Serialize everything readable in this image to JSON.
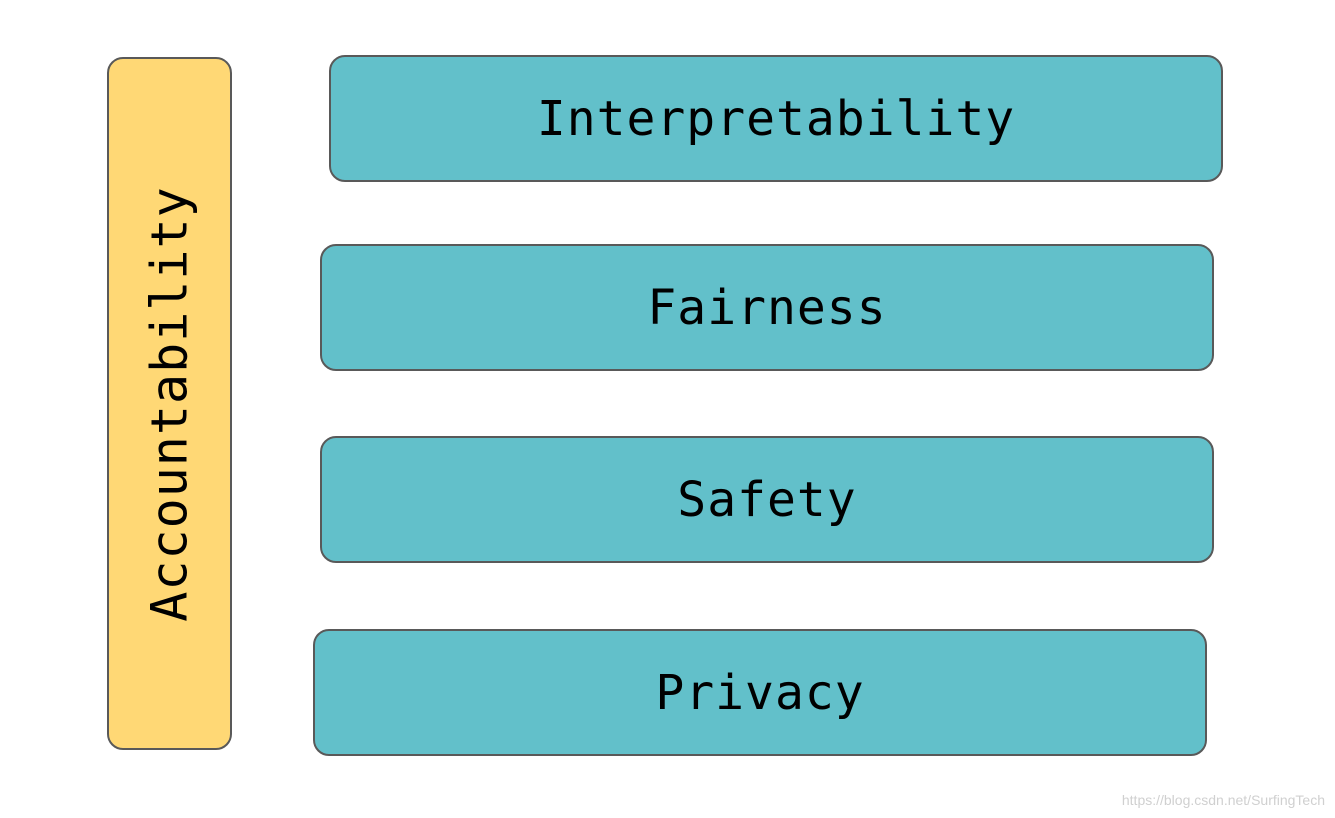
{
  "accountability": {
    "label": "Accountability"
  },
  "pillars": [
    {
      "label": "Interpretability"
    },
    {
      "label": "Fairness"
    },
    {
      "label": "Safety"
    },
    {
      "label": "Privacy"
    }
  ],
  "watermark": {
    "text": "https://blog.csdn.net/SurfingTech"
  },
  "colors": {
    "accountability_fill": "#FFD875",
    "pillar_fill": "#62C0CA",
    "border": "#595959"
  }
}
